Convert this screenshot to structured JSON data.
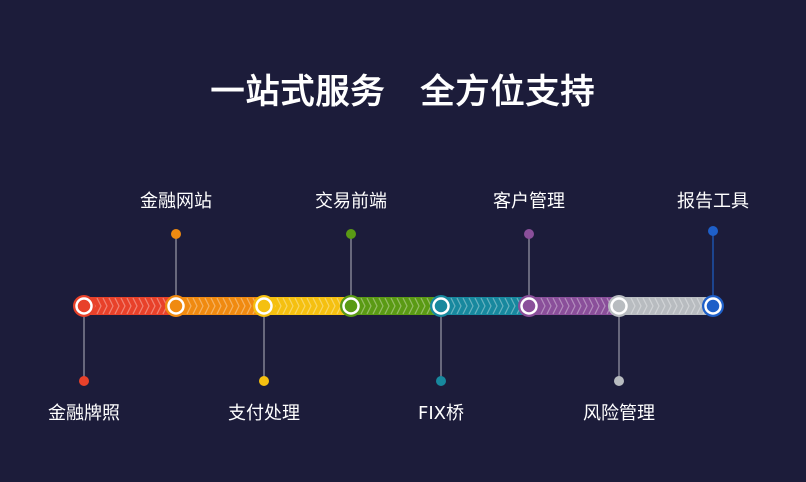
{
  "title": "一站式服务　全方位支持",
  "timeline": [
    {
      "label": "金融牌照",
      "color": "#e8412a",
      "position": "below"
    },
    {
      "label": "金融网站",
      "color": "#f08a10",
      "position": "above"
    },
    {
      "label": "支付处理",
      "color": "#f5c010",
      "position": "below"
    },
    {
      "label": "交易前端",
      "color": "#5a9a14",
      "position": "above"
    },
    {
      "label": "FIX桥",
      "color": "#17889e",
      "position": "below"
    },
    {
      "label": "客户管理",
      "color": "#8a4f9a",
      "position": "above"
    },
    {
      "label": "风险管理",
      "color": "#b8bcc0",
      "position": "below"
    },
    {
      "label": "报告工具",
      "color": "#1e5fc8",
      "position": "above"
    }
  ]
}
